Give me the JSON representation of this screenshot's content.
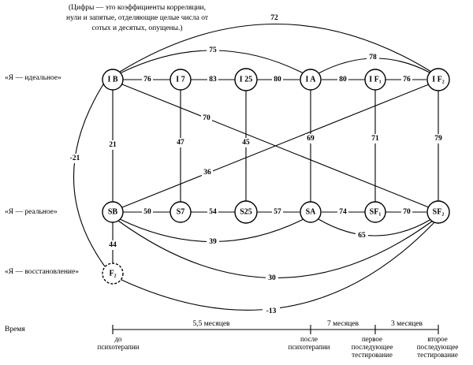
{
  "note": [
    "(Цифры — это коэффициенты корреляции,",
    "нули и запятые, отделяющие целые числа от",
    "сотых и десятых, опущены.)"
  ],
  "rows": {
    "ideal": "«Я — идеальное»",
    "real": "«Я — реальное»",
    "recovery": "«Я — восстановление»"
  },
  "nodes": {
    "IB": "I B",
    "I7": "I 7",
    "I25": "I 25",
    "IA": "I A",
    "IF1": "I F₁",
    "IF2": "I F₂",
    "SB": "SB",
    "S7": "S7",
    "S25": "S25",
    "SA": "SA",
    "SF1": "SF₁",
    "SF2": "SF₂",
    "F2": "F₂"
  },
  "edges": {
    "IB_I7": "76",
    "I7_I25": "83",
    "I25_IA": "80",
    "IA_IF1": "80",
    "IF1_IF2": "76",
    "SB_S7": "50",
    "S7_S25": "54",
    "S25_SA": "57",
    "SA_SF1": "74",
    "SF1_SF2": "70",
    "IB_SB": "21",
    "I7_S7": "47",
    "I25_S25": "45",
    "IA_SA": "69",
    "IF1_SF1": "71",
    "IF2_SF2": "79",
    "IB_IF2": "72",
    "IB_IA": "75",
    "IA_IF2": "78",
    "IB_SF2": "70",
    "SB_IF2": "36",
    "SB_SA": "39",
    "SA_SF2": "65",
    "SB_SF2": "30",
    "SB_F2": "44",
    "IB_F2": "-21",
    "F2_SF2": "-13"
  },
  "timeline": {
    "label": "Время",
    "spans": [
      "5,5 месяцев",
      "7 месяцев",
      "3 месяцев"
    ],
    "points": [
      [
        "до",
        "психотерапии"
      ],
      [
        "после",
        "психотерапии"
      ],
      [
        "первое",
        "последующее",
        "тестирование"
      ],
      [
        "второе",
        "последующее",
        "тестирование"
      ]
    ]
  }
}
